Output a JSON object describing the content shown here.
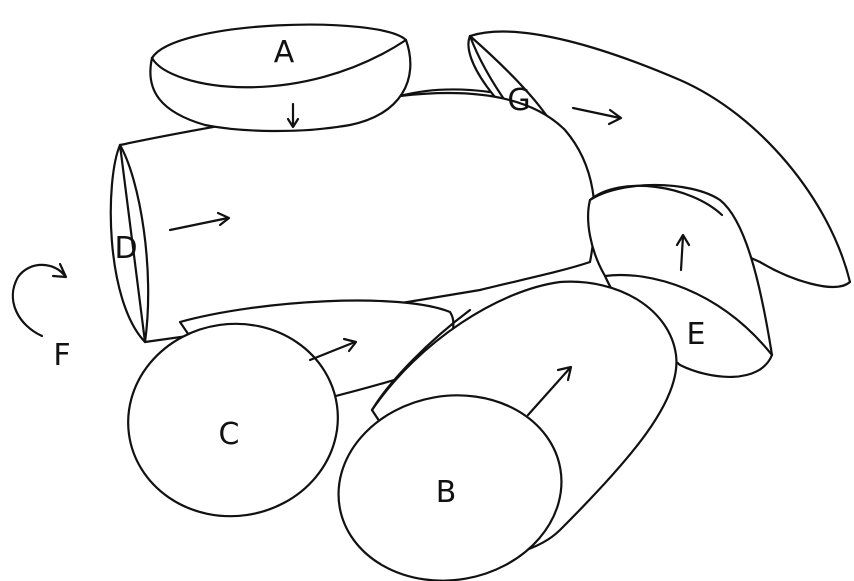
{
  "labels": {
    "a": "A",
    "b": "B",
    "c": "C",
    "d": "D",
    "e": "E",
    "f": "F",
    "g": "G"
  },
  "colors": {
    "ink": "#111111",
    "background": "#ffffff"
  }
}
